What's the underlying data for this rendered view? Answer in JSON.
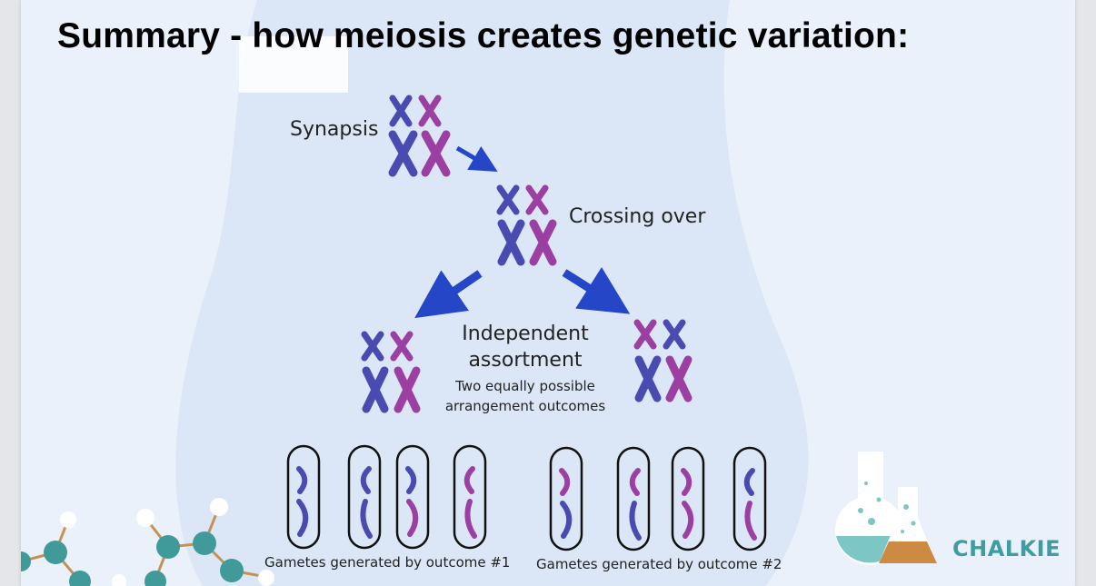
{
  "slide": {
    "title": "Summary - how meiosis creates genetic variation:"
  },
  "diagram": {
    "synapsis_label": "Synapsis",
    "crossing_over_label": "Crossing over",
    "independent_label_line1": "Independent",
    "independent_label_line2": "assortment",
    "outcome_note_line1": "Two equally possible",
    "outcome_note_line2": "arrangement outcomes",
    "gametes_label_1": "Gametes generated by outcome #1",
    "gametes_label_2": "Gametes generated by outcome #2"
  },
  "branding": {
    "logo_text": "CHALKIE"
  },
  "colors": {
    "slide_background": "#eaf1fb",
    "blob": "#dbe7f6",
    "arrow": "#2446c7",
    "chromosome_blue": "#4a4bb0",
    "chromosome_purple": "#9c3fa3",
    "chromosome_magenta": "#c0449a",
    "molecule_node": "#3f9a99",
    "logo_teal": "#3d9da1",
    "flask_liquid_orange": "#cc8a42"
  }
}
